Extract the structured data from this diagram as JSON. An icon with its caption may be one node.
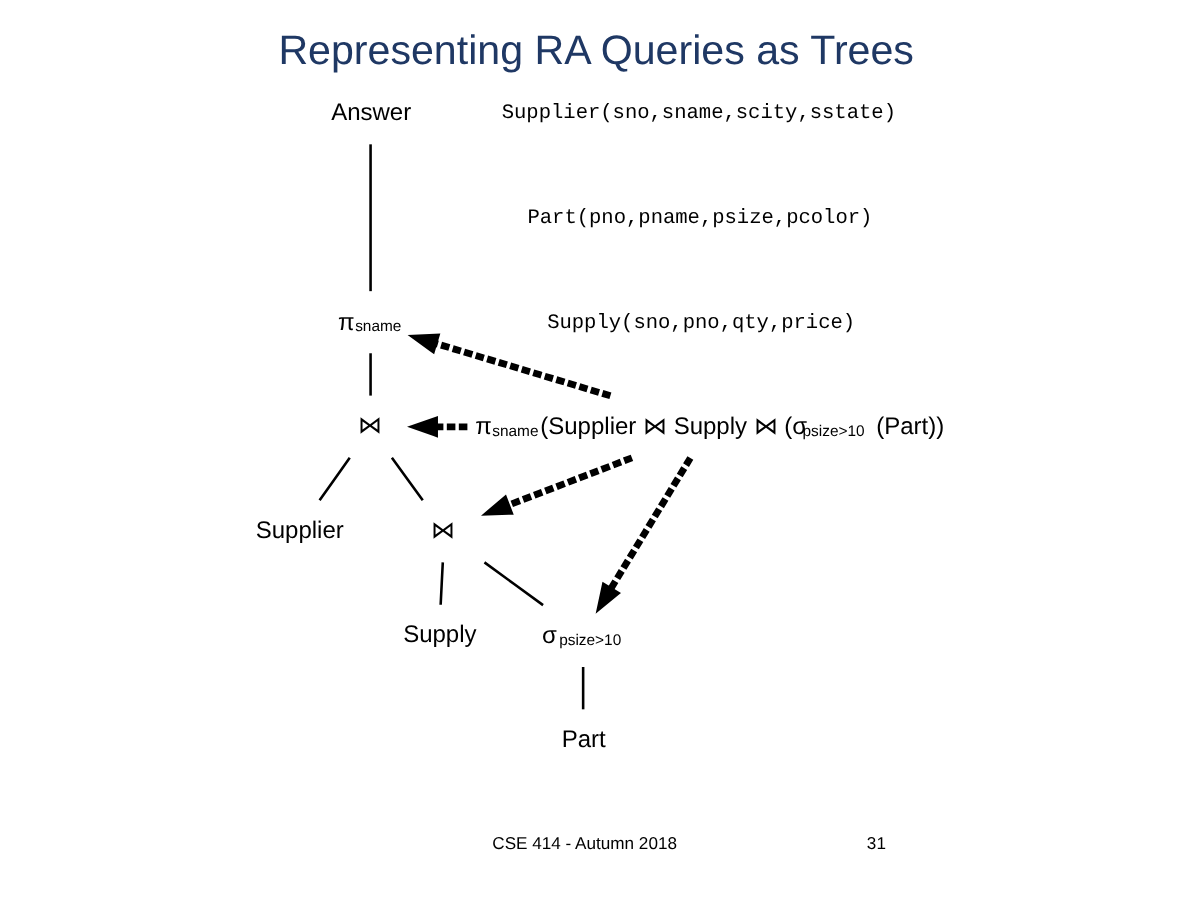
{
  "diagram": {
    "title": "Representing RA Queries as Trees",
    "nodes": [
      {
        "text": [
          "Answer"
        ]
      },
      {
        "text": [
          "π$_{sname}$"
        ]
      },
      {
        "text": [
          "⋈"
        ]
      },
      {
        "text": [
          "Supplier"
        ]
      },
      {
        "text": [
          "⋈"
        ]
      },
      {
        "text": [
          "Supply"
        ]
      },
      {
        "text": [
          "σ$_{psize>10}$"
        ]
      },
      {
        "text": [
          "Part"
        ]
      },
      {
        "text": [
          "π$_{sname}$(Supplier ⋈ Supply ⋈ (σ$_{psize>10}$ (Part))"
        ]
      }
    ],
    "edges": [
      {
        "from": 0,
        "to": 1,
        "arrow": "none"
      },
      {
        "from": 1,
        "to": 2,
        "arrow": "none"
      },
      {
        "from": 2,
        "to": 4,
        "arrow": "none"
      },
      {
        "from": 2,
        "to": 3,
        "arrow": "none"
      },
      {
        "from": 4,
        "to": 5,
        "arrow": "none"
      },
      {
        "from": 4,
        "to": 6,
        "arrow": "none"
      },
      {
        "from": 6,
        "to": 7,
        "arrow": "none"
      },
      {
        "from": 8,
        "to": 1,
        "arrow": "to",
        "style": "dashed"
      },
      {
        "from": 8,
        "to": 2,
        "arrow": "to",
        "style": "dashed"
      },
      {
        "from": 8,
        "to": 4,
        "arrow": "to",
        "style": "dashed"
      },
      {
        "from": 8,
        "to": 6,
        "arrow": "to",
        "style": "dashed"
      }
    ],
    "labels": [
      "Supplier(sno,sname,scity,sstate)",
      "Part(pno,pname,psize,pcolor)",
      "Supply(sno,pno,qty,price)",
      "CSE 414 - Autumn 2018",
      "31"
    ]
  }
}
